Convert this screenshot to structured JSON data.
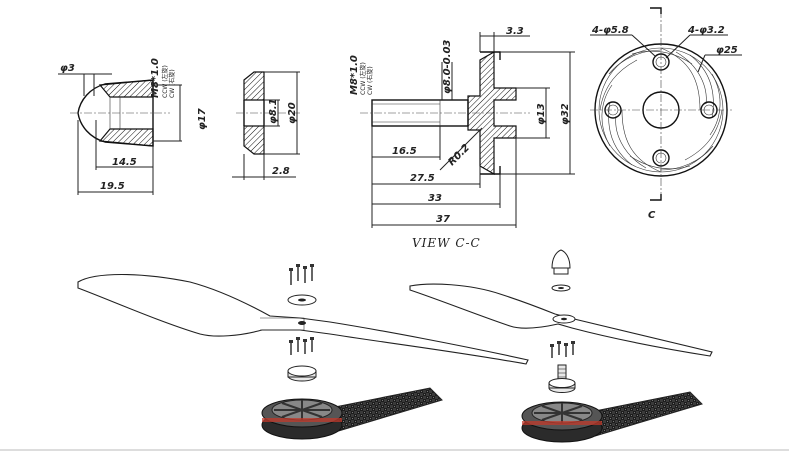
{
  "labels": {
    "nut_tip_dia": "φ3",
    "nut_thread": "M8*1.0",
    "nut_ccw": "CCW (左旋)",
    "nut_cw": "CW (右旋)",
    "nut_dia17": "φ17",
    "nut_len_14_5": "14.5",
    "nut_len_19_5": "19.5",
    "washer_dia8_1": "φ8.1",
    "washer_dia20": "φ20",
    "washer_thk": "2.8",
    "adapter_thread": "M8*1.0",
    "adapter_ccw": "CCW (左旋)",
    "adapter_cw": "CW (右旋)",
    "adapter_shaft": "φ8.0-0.03",
    "adapter_flange_thk": "3.3",
    "adapter_dia13": "φ13",
    "adapter_dia32": "φ32",
    "adapter_radius": "R0.2",
    "adapter_16_5": "16.5",
    "adapter_27_5": "27.5",
    "adapter_33": "33",
    "adapter_37": "37",
    "view_label": "VIEW C-C",
    "holes_large": "4-φ5.8",
    "holes_small": "4-φ3.2",
    "disc_dia": "φ25",
    "section_mark": "C"
  },
  "colors": {
    "line": "#222222",
    "carbon_dark": "#2b2b2b",
    "motor_red": "#c0392b",
    "background": "#ffffff"
  }
}
